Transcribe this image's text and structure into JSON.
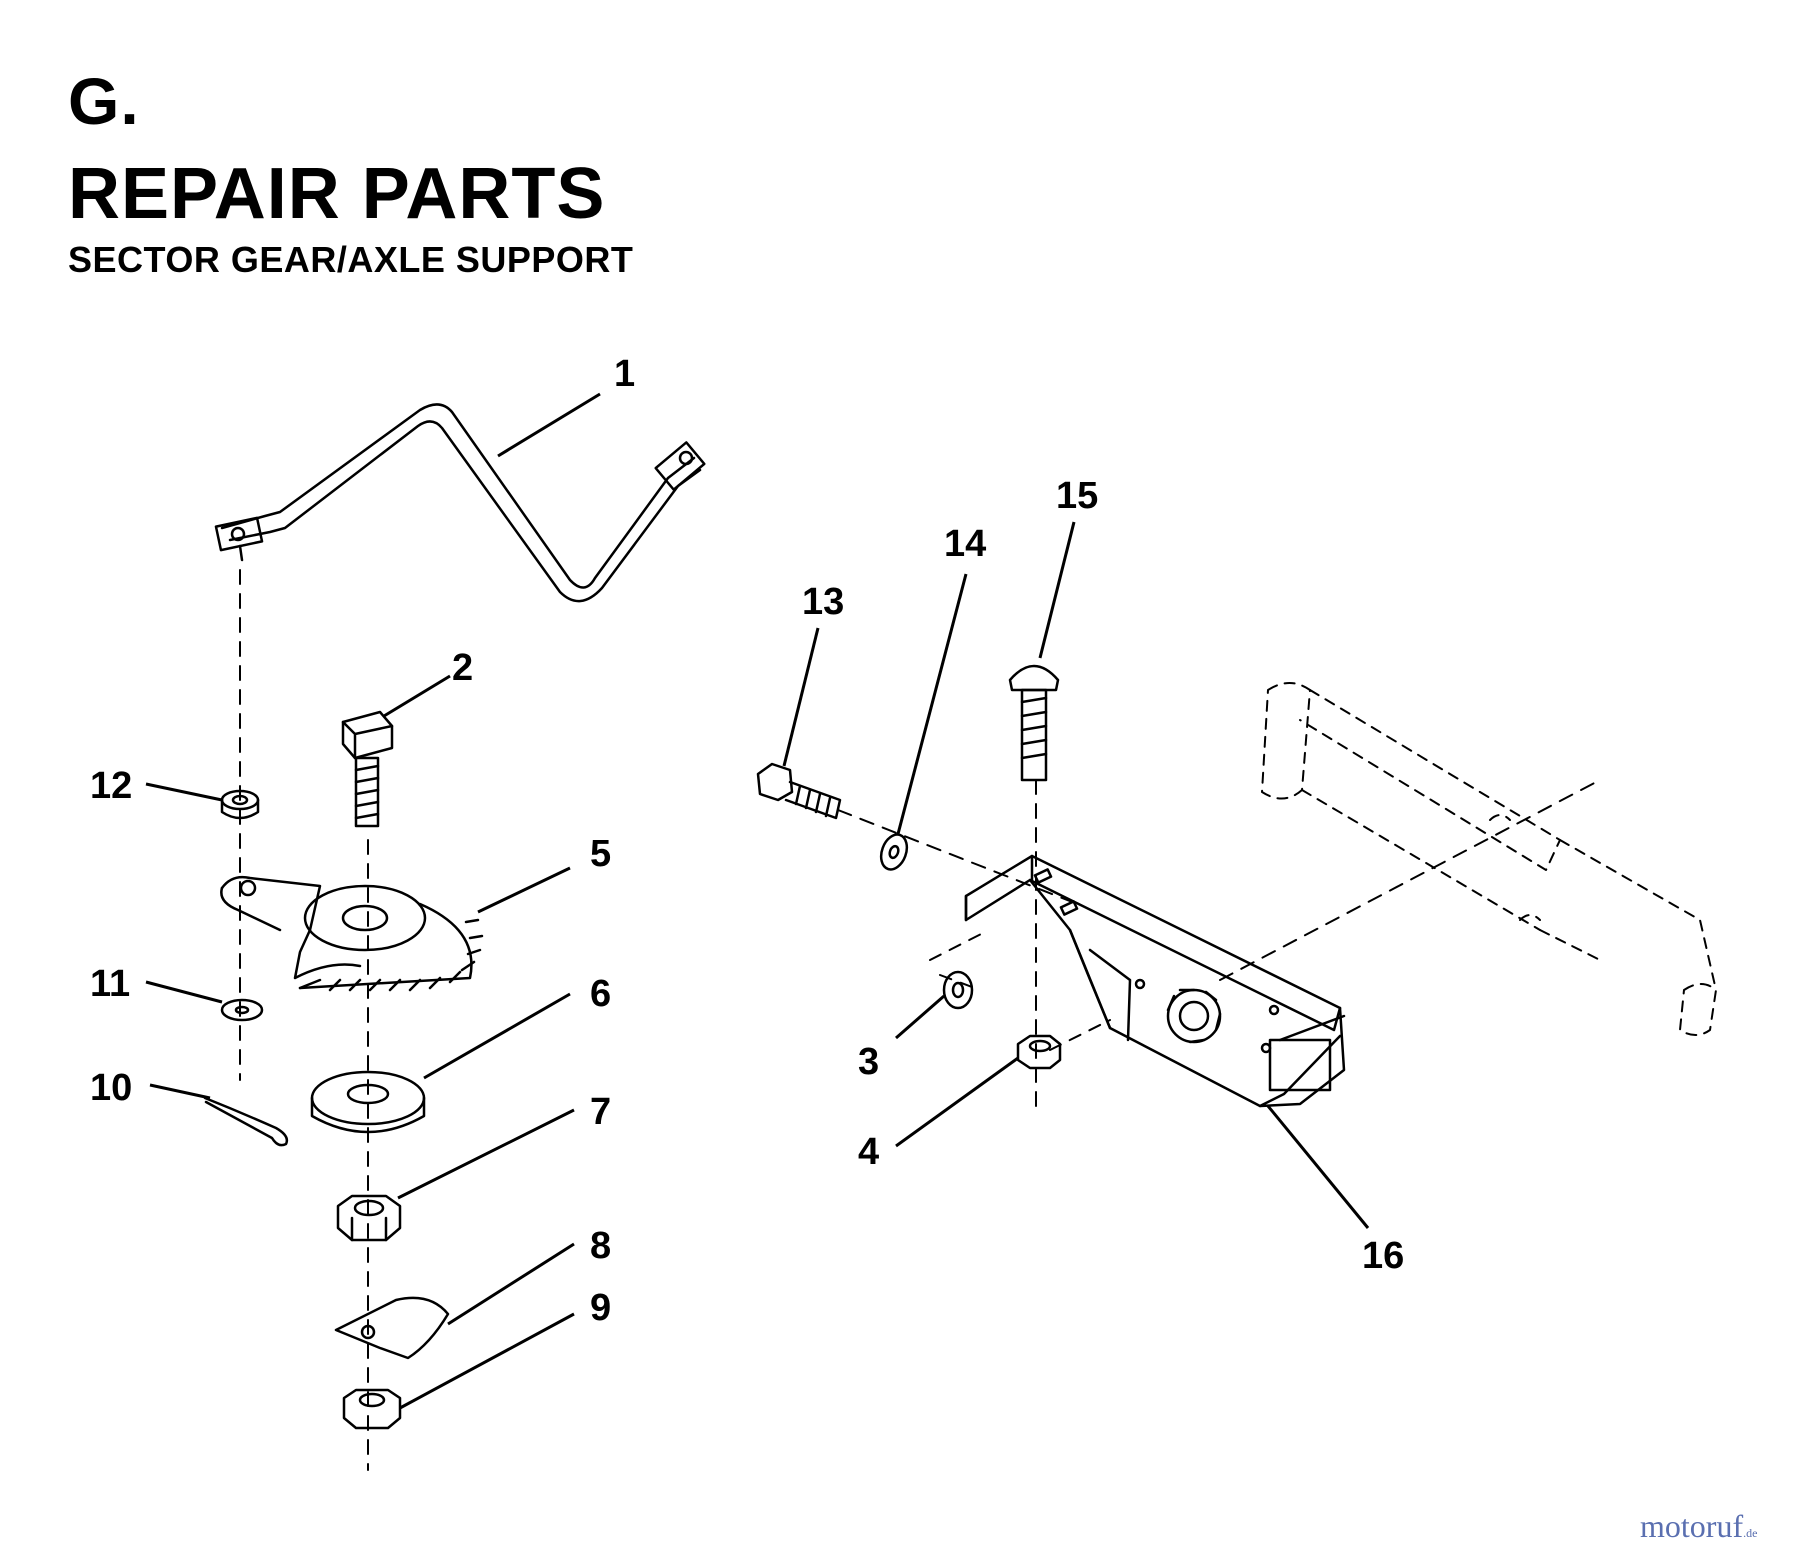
{
  "header": {
    "section": "G.",
    "title": "REPAIR PARTS",
    "subtitle": "SECTOR GEAR/AXLE SUPPORT"
  },
  "callouts": [
    "1",
    "2",
    "3",
    "4",
    "5",
    "6",
    "7",
    "8",
    "9",
    "10",
    "11",
    "12",
    "13",
    "14",
    "15",
    "16"
  ],
  "watermark": {
    "brand": "motoruf",
    "tld": ".de"
  },
  "colors": {
    "line": "#000000",
    "background": "#ffffff",
    "watermark": "#5a6fb0"
  }
}
